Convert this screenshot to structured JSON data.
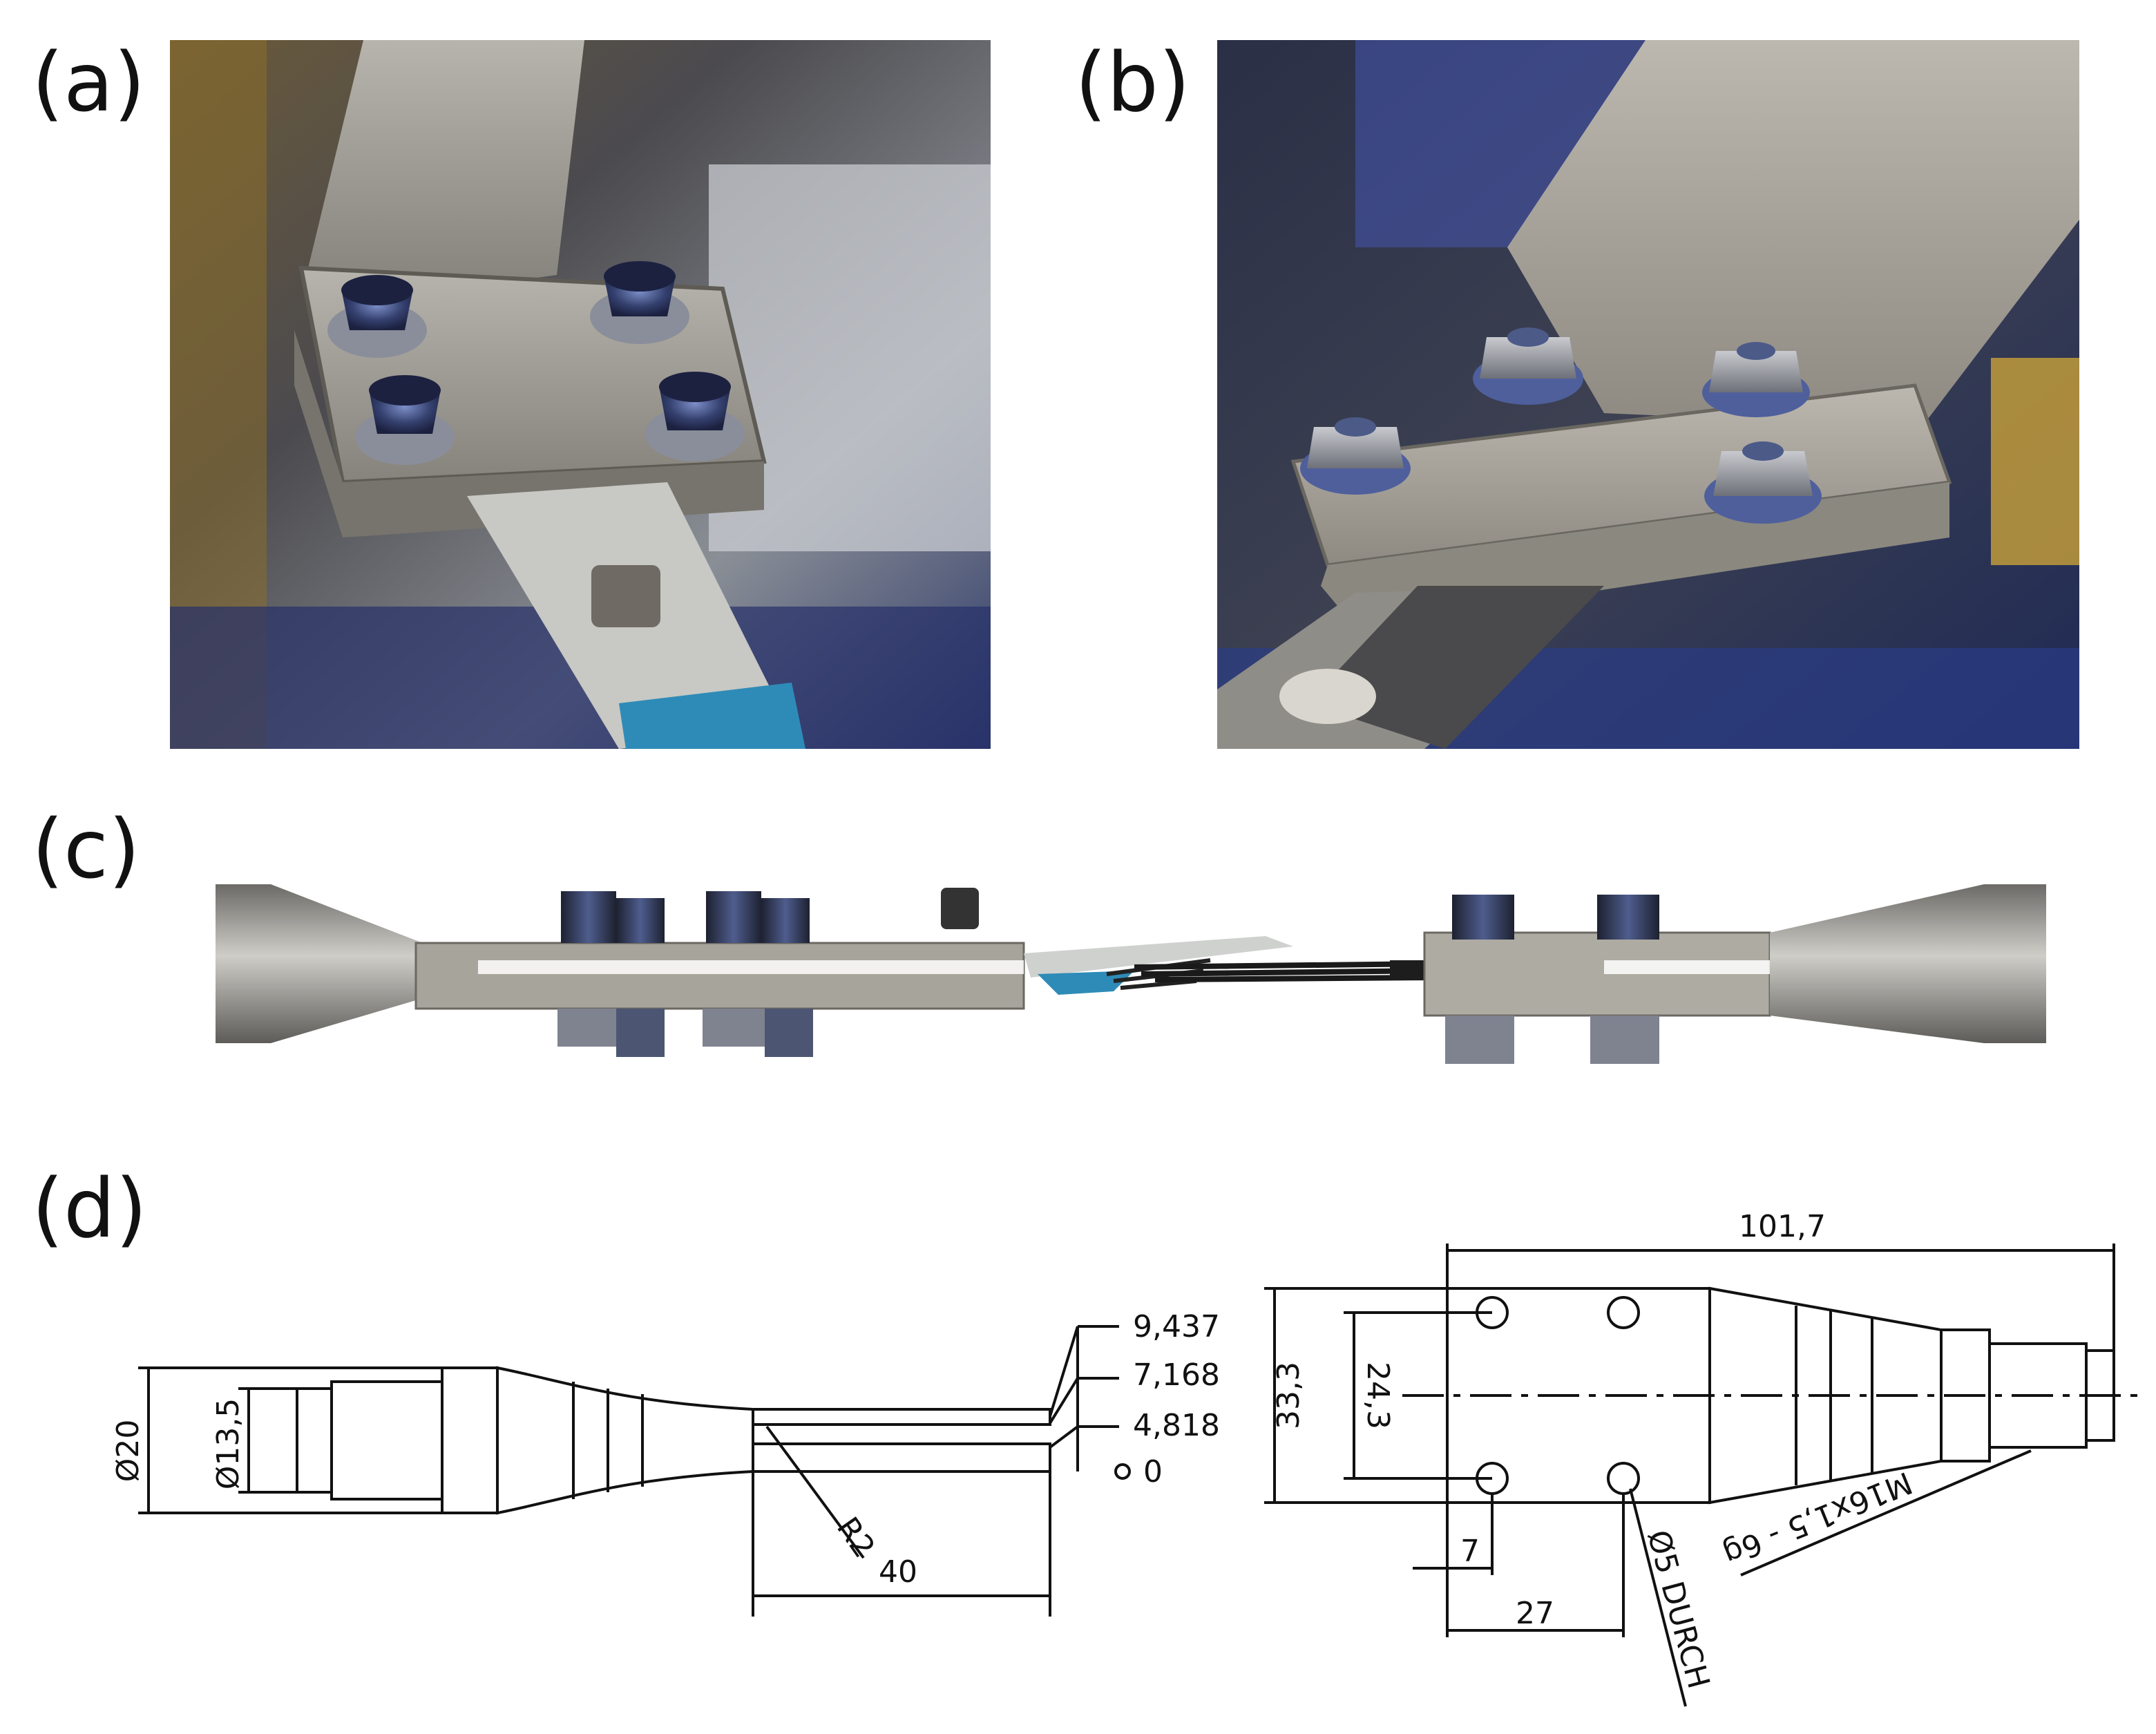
{
  "panels": {
    "a": "(a)",
    "b": "(b)",
    "c": "(c)",
    "d": "(d)"
  },
  "drawing_left": {
    "dia_outer": "Ø20",
    "dia_inner": "Ø13,5",
    "radius": "R2",
    "length": "40",
    "h1": "9,437",
    "h2": "7,168",
    "h3": "4,818",
    "h0": "0"
  },
  "drawing_right": {
    "overall_length": "101,7",
    "height": "33,3",
    "hole_spacing_v": "24,3",
    "offset_small": "7",
    "offset_large": "27",
    "hole_callout": "Ø5 DURCH",
    "thread_callout": "M16x1,5 - 6g"
  },
  "colors": {
    "steel": "#9a968e",
    "steel_dark": "#6d6a64",
    "bolt_blue": "#3b4a78",
    "nut_steel": "#8f9298",
    "tab_blue": "#2e8bb7",
    "background_blur": "#3a3d46"
  }
}
